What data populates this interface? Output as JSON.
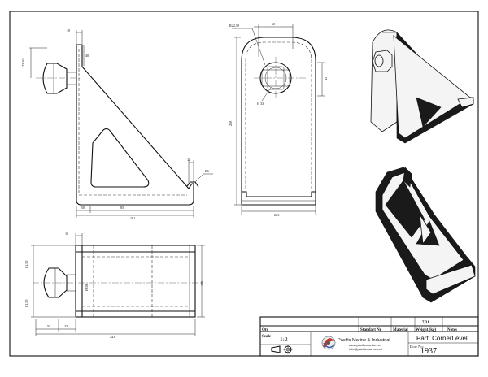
{
  "dimensions": {
    "side_view": {
      "top_thickness": "10",
      "hole_height": "40",
      "shaft_height": "23,50",
      "tip_width": "10",
      "tip_radius": "R6",
      "base_left": "50",
      "base_right": "85",
      "overall_width": "181"
    },
    "front_view": {
      "radius": "R22,50",
      "hole_spacing": "60",
      "right_height": "45",
      "hole_diameter": "Ø 33",
      "overall_height": "260",
      "overall_width": "223"
    },
    "bottom_view": {
      "top_thickness": "10",
      "left_upper": "61,50",
      "left_lower": "61,50",
      "bore_diameter": "Ø 58",
      "height_right": "180",
      "offset_left": "55",
      "offset_small": "23",
      "overall_length": "243"
    }
  },
  "title_block": {
    "qty_label": "Qty",
    "standard_label": "Standart Nr",
    "material_label": "Material",
    "weight_label": "Weight (kg)",
    "notes_label": "Notes",
    "weight_value": "7,31",
    "scale_label": "Scale",
    "scale_value": "1:2",
    "company_name": "Pacific Marine & Industrial",
    "company_web": "www.pacificmarine.net",
    "company_email": "info@pacificmarine.net",
    "part_label": "Part: CornerLevel",
    "dwg_label": "Dow No:",
    "dwg_number": "1937"
  }
}
